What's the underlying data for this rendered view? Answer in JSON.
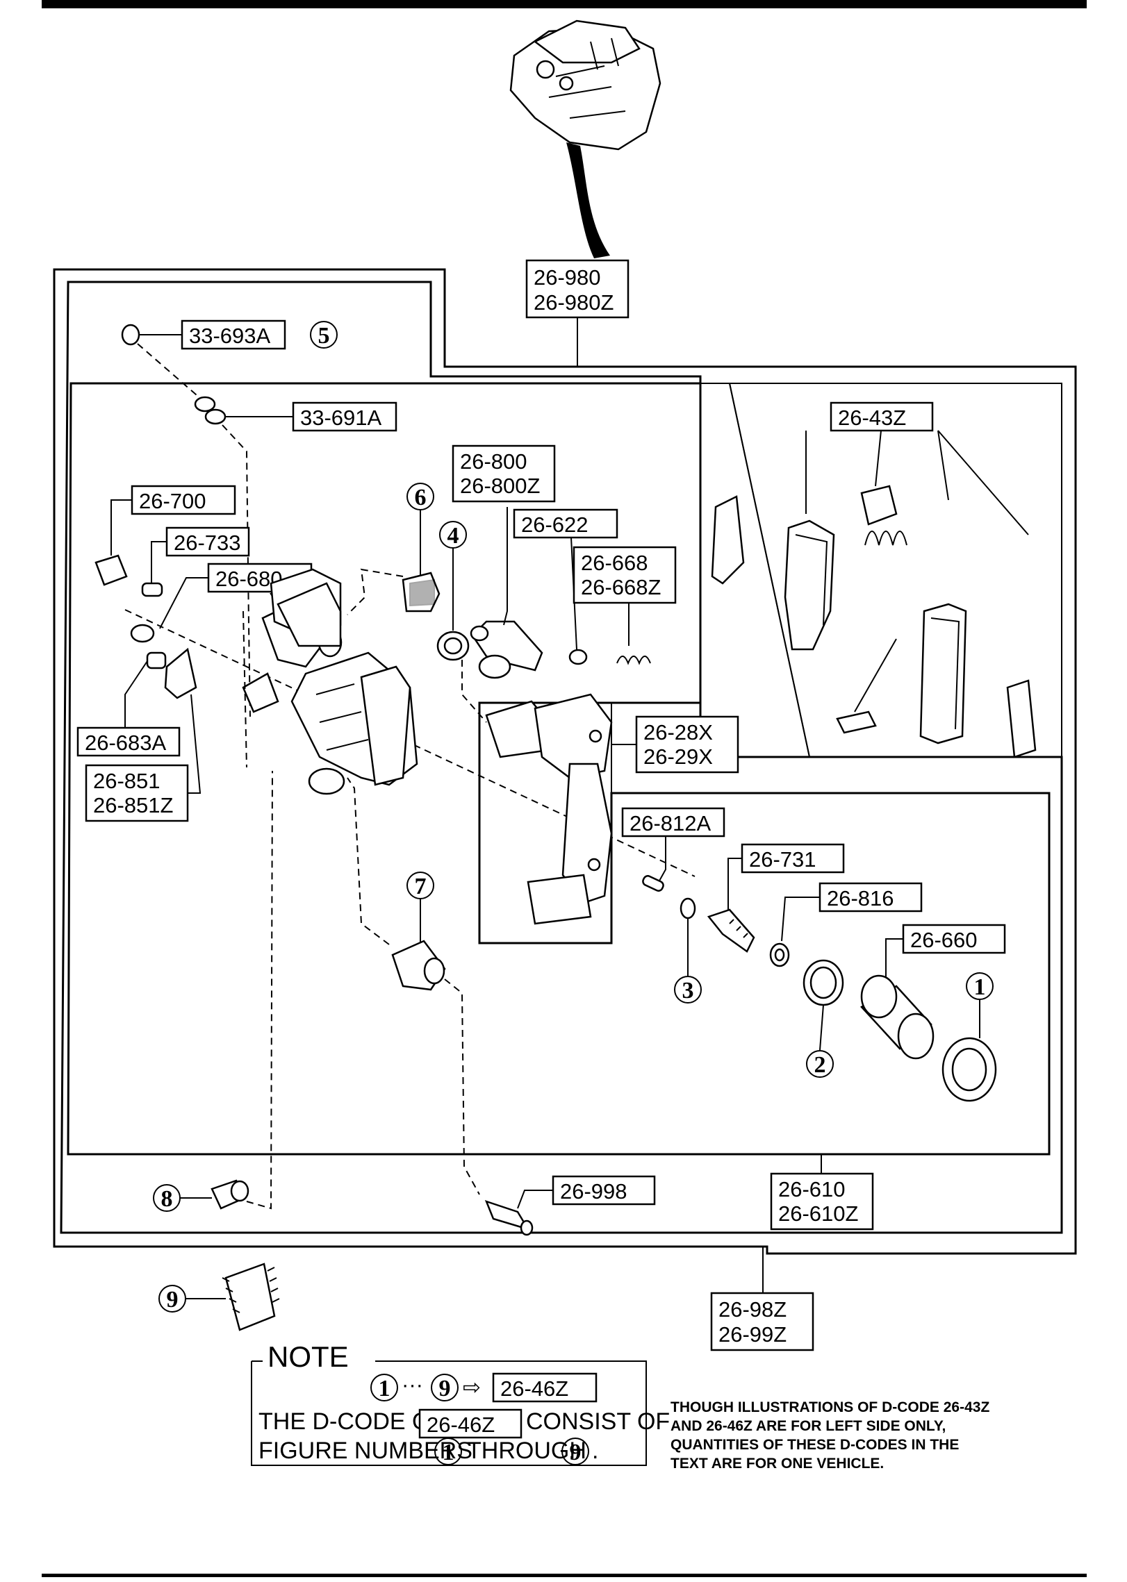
{
  "diagram": {
    "assembly_codes": {
      "caliper_assembly": [
        "26-980",
        "26-980Z"
      ],
      "caliper_set": [
        "26-98Z",
        "26-99Z"
      ],
      "piston_kit": [
        "26-610",
        "26-610Z"
      ]
    },
    "part_labels": {
      "p33_693A": "33-693A",
      "p33_691A": "33-691A",
      "p26_700": "26-700",
      "p26_733": "26-733",
      "p26_680": "26-680",
      "p26_683A": "26-683A",
      "p26_851": [
        "26-851",
        "26-851Z"
      ],
      "p26_800": [
        "26-800",
        "26-800Z"
      ],
      "p26_622": "26-622",
      "p26_668": [
        "26-668",
        "26-668Z"
      ],
      "p26_43Z": "26-43Z",
      "p26_28X": [
        "26-28X",
        "26-29X"
      ],
      "p26_812A": "26-812A",
      "p26_731": "26-731",
      "p26_816": "26-816",
      "p26_660": "26-660",
      "p26_998": "26-998"
    },
    "figure_numbers": [
      "1",
      "2",
      "3",
      "4",
      "5",
      "6",
      "7",
      "8",
      "9"
    ]
  },
  "note": {
    "title": "NOTE",
    "range_from": "1",
    "range_to": "9",
    "arrow": "⇨",
    "code": "26-46Z",
    "line1_prefix": "THE D-CODE OF",
    "line1_suffix": "CONSIST OF",
    "line2_prefix": "FIGURE NUMBERS",
    "line2_mid": "THROUGH",
    "line2_end": "."
  },
  "disclaimer": [
    "THOUGH ILLUSTRATIONS OF D-CODE 26-43Z",
    "AND 26-46Z ARE FOR LEFT SIDE ONLY,",
    "QUANTITIES OF THESE D-CODES IN THE",
    "TEXT ARE FOR ONE VEHICLE."
  ]
}
